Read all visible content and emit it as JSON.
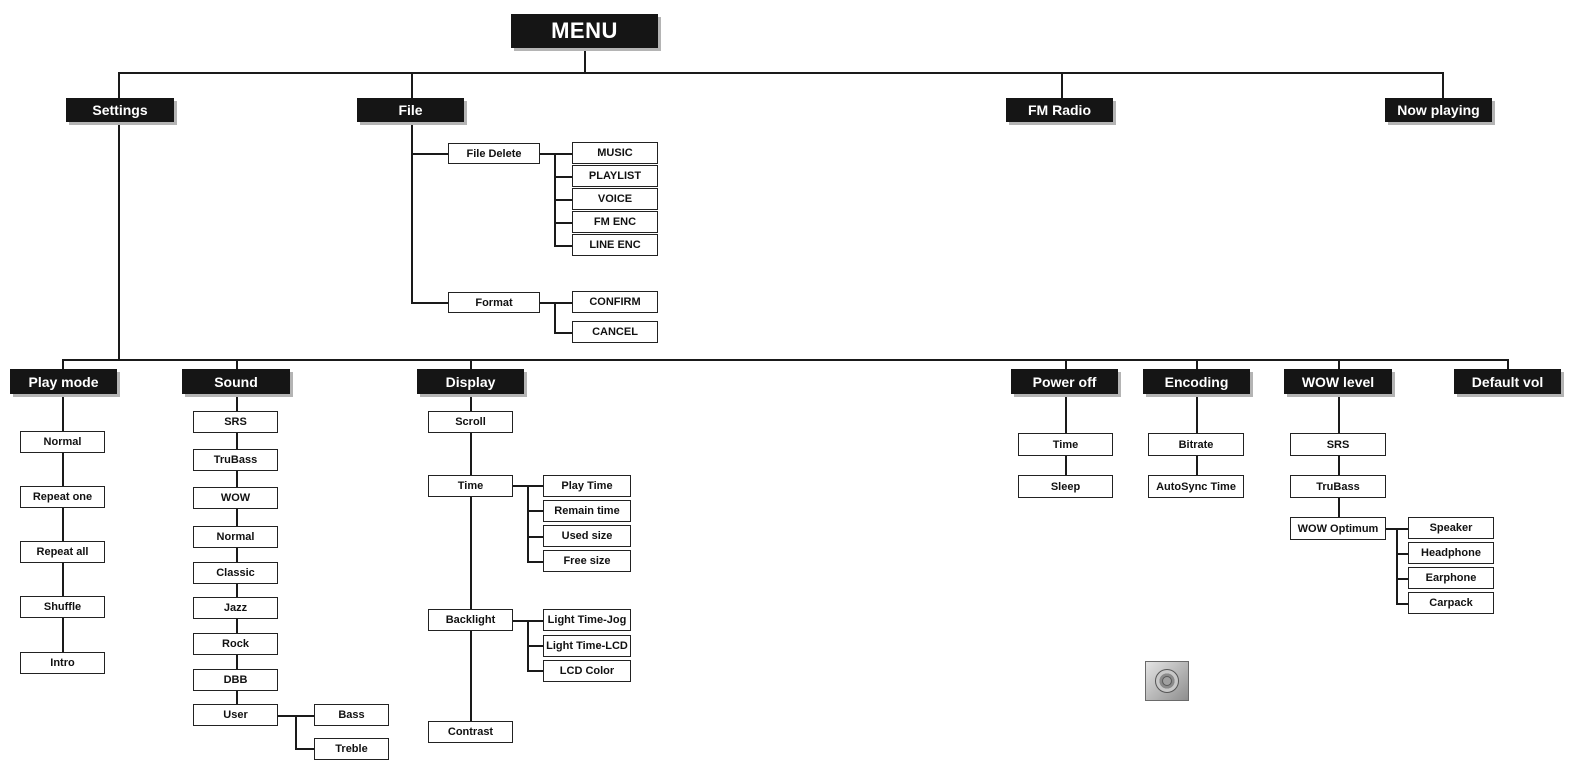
{
  "menu": {
    "title": "MENU",
    "settings": "Settings",
    "file": "File",
    "fm_radio": "FM Radio",
    "now_playing": "Now playing"
  },
  "file_menu": {
    "file_delete": "File Delete",
    "delete_items": [
      "MUSIC",
      "PLAYLIST",
      "VOICE",
      "FM ENC",
      "LINE ENC"
    ],
    "format": "Format",
    "format_items": [
      "CONFIRM",
      "CANCEL"
    ]
  },
  "settings_menu": {
    "play_mode": "Play mode",
    "sound": "Sound",
    "display": "Display",
    "power_off": "Power off",
    "encoding": "Encoding",
    "wow_level": "WOW level",
    "default_vol": "Default vol"
  },
  "play_mode_items": [
    "Normal",
    "Repeat one",
    "Repeat all",
    "Shuffle",
    "Intro"
  ],
  "sound_items": [
    "SRS",
    "TruBass",
    "WOW",
    "Normal",
    "Classic",
    "Jazz",
    "Rock",
    "DBB",
    "User"
  ],
  "user_items": [
    "Bass",
    "Treble"
  ],
  "display_menu": {
    "scroll": "Scroll",
    "time": "Time",
    "time_items": [
      "Play Time",
      "Remain time",
      "Used size",
      "Free size"
    ],
    "backlight": "Backlight",
    "backlight_items": [
      "Light Time-Jog",
      "Light Time-LCD",
      "LCD Color"
    ],
    "contrast": "Contrast"
  },
  "power_off_items": [
    "Time",
    "Sleep"
  ],
  "encoding_items": [
    "Bitrate",
    "AutoSync Time"
  ],
  "wow_level_menu": {
    "srs": "SRS",
    "trubass": "TruBass",
    "wow_optimum": "WOW Optimum",
    "optimum_items": [
      "Speaker",
      "Headphone",
      "Earphone",
      "Carpack"
    ]
  },
  "jog_icon": "jog-dial-icon"
}
